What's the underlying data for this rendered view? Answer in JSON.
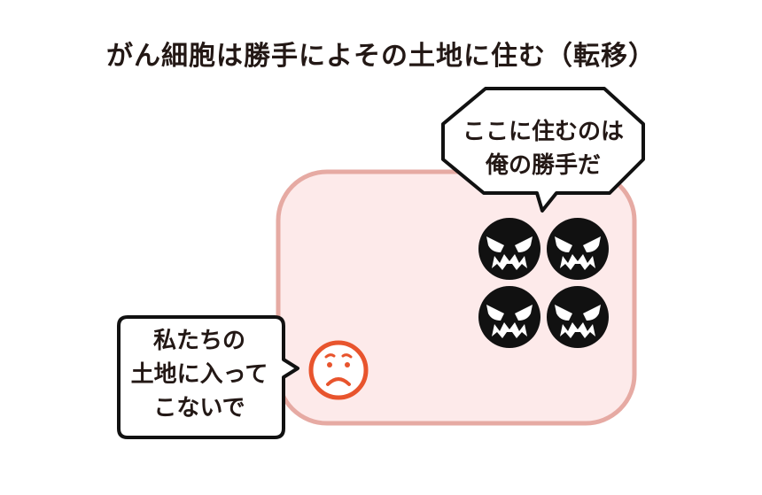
{
  "title": "がん細胞は勝手によその土地に住む（転移）",
  "cancer_speech": {
    "line1": "ここに住むのは",
    "line2": "俺の勝手だ"
  },
  "normal_speech": {
    "line1": "私たちの",
    "line2": "土地に入って",
    "line3": "こないで"
  },
  "colors": {
    "text": "#231815",
    "tissue_fill": "#fdeaea",
    "tissue_stroke": "#e6aaa3",
    "cancer_cell": "#111111",
    "normal_cell": "#e8542d",
    "bubble_stroke": "#111111"
  },
  "icons": {
    "cancer_cell": "angry-face-icon",
    "normal_cell": "sad-face-icon"
  }
}
